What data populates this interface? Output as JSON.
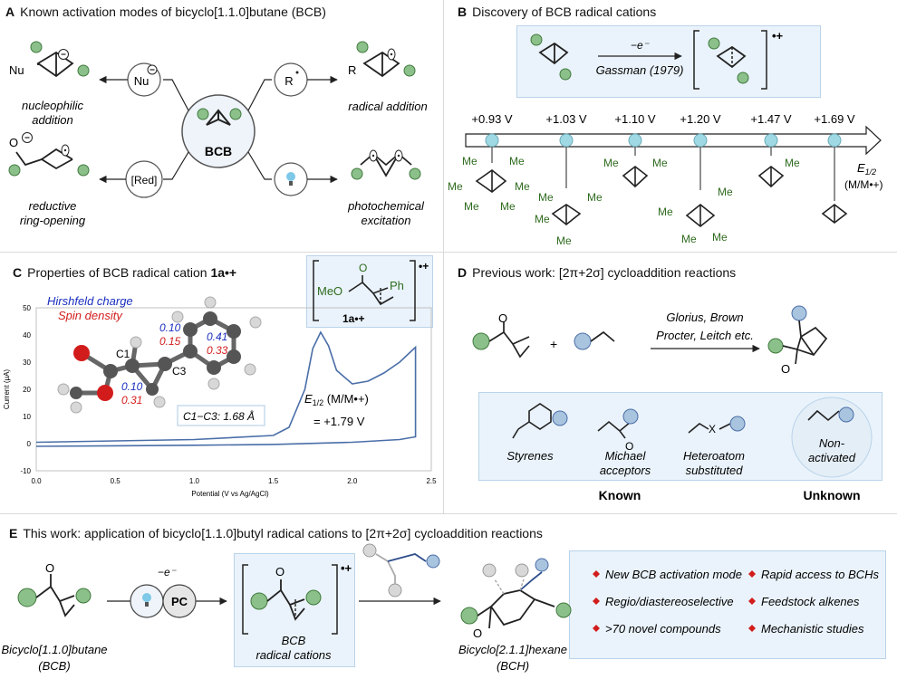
{
  "colors": {
    "green": "#8cc08a",
    "green_stroke": "#3f7a3d",
    "blue_node": "#9fd9e3",
    "blue_ball": "#a9c4de",
    "dark_green_text": "#2e6b1e",
    "blue_text": "#1a2fbf",
    "red_text": "#d21c1c",
    "curve": "#4a6ea8",
    "diamond": "#d21c1c"
  },
  "panel_a": {
    "letter": "A",
    "title": "Known activation modes of bicyclo[1.1.0]butane (BCB)",
    "center_label": "BCB",
    "nu_label": "Nu",
    "r_label": "R",
    "red_label": "[Red]",
    "nucleophilic": [
      "nucleophilic",
      "addition"
    ],
    "radical": "radical addition",
    "reductive": [
      "reductive",
      "ring-opening"
    ],
    "photochemical": [
      "photochemical",
      "excitation"
    ],
    "o_label": "O",
    "nu_product": "Nu",
    "r_product": "R"
  },
  "panel_b": {
    "letter": "B",
    "title": "Discovery of BCB radical cations",
    "arrow_label": "−e⁻",
    "gassman": "Gassman (1979)",
    "charge": "•+",
    "potentials": [
      "+0.93 V",
      "+1.03 V",
      "+1.10 V",
      "+1.20 V",
      "+1.47 V",
      "+1.69 V"
    ],
    "e_half": "E",
    "e_sub": "1/2",
    "e_unit": "(M/M•+)",
    "me": "Me"
  },
  "panel_c": {
    "letter": "C",
    "title": "Properties of BCB radical cation ",
    "title_bold": "1a•+",
    "hirshfeld": "Hirshfeld charge",
    "spin": "Spin density",
    "c1": "C1",
    "c3": "C3",
    "val_blue_1": "0.10",
    "val_red_1": "0.15",
    "val_blue_2": "0.41",
    "val_red_2": "0.33",
    "val_blue_3": "0.10",
    "val_red_3": "0.31",
    "bond_box": "C1−C3: 1.68 Å",
    "e_half_label": "E",
    "e_sub": "1/2",
    "e_unit": " (M/M•+)",
    "e_value": "= +1.79 V",
    "meo": "MeO",
    "ph": "Ph",
    "o": "O",
    "compound": "1a•+",
    "charge": "•+",
    "xlabel": "Potential (V vs Ag/AgCl)",
    "ylabel": "Current (μA)",
    "x_ticks": [
      "0.0",
      "0.5",
      "1.0",
      "1.5",
      "2.0",
      "2.5"
    ],
    "y_ticks": [
      "50",
      "40",
      "30",
      "20",
      "10",
      "0",
      "-10"
    ]
  },
  "chart_data": {
    "type": "line",
    "title": "",
    "xlabel": "Potential (V vs Ag/AgCl)",
    "ylabel": "Current (μA)",
    "xlim": [
      0,
      2.5
    ],
    "ylim": [
      -10,
      50
    ],
    "series": [
      {
        "x": [
          0.0,
          0.5,
          1.0,
          1.5,
          1.6,
          1.7,
          1.75,
          1.8,
          1.85,
          1.9,
          2.0,
          2.1,
          2.2,
          2.3,
          2.4
        ],
        "y": [
          0.5,
          1.0,
          1.5,
          3.0,
          6.0,
          20.0,
          35.0,
          41.0,
          36.0,
          27.0,
          22.0,
          23.0,
          26.0,
          30.0,
          35.5
        ]
      },
      {
        "x": [
          2.4,
          2.3,
          2.0,
          1.5,
          1.0,
          0.5,
          0.0
        ],
        "y": [
          2.5,
          1.5,
          0.5,
          -0.3,
          -0.6,
          -0.8,
          -1.0
        ]
      }
    ]
  },
  "panel_d": {
    "letter": "D",
    "title": "Previous work: [2π+2σ] cycloaddition reactions",
    "conditions": [
      "Glorius, Brown",
      "Procter, Leitch etc."
    ],
    "plus": "+",
    "o": "O",
    "styrenes": "Styrenes",
    "michael": [
      "Michael",
      "acceptors"
    ],
    "hetero": [
      "Heteroatom",
      "substituted"
    ],
    "nonact": [
      "Non-",
      "activated"
    ],
    "x": "X",
    "known": "Known",
    "unknown": "Unknown"
  },
  "panel_e": {
    "letter": "E",
    "title": "This work: application of bicyclo[1.1.0]butyl radical cations to [2π+2σ] cycloaddition reactions",
    "arrow_label": "−e⁻",
    "pc": "PC",
    "o": "O",
    "charge": "•+",
    "bcb_name": [
      "Bicyclo[1.1.0]butane",
      "(BCB)"
    ],
    "cation_name": [
      "BCB",
      "radical cations"
    ],
    "bch_name": [
      "Bicyclo[2.1.1]hexane",
      "(BCH)"
    ],
    "bullets": [
      "New BCB activation mode",
      "Rapid access to BCHs",
      "Regio/diastereoselective",
      "Feedstock alkenes",
      ">70 novel compounds",
      "Mechanistic studies"
    ]
  }
}
